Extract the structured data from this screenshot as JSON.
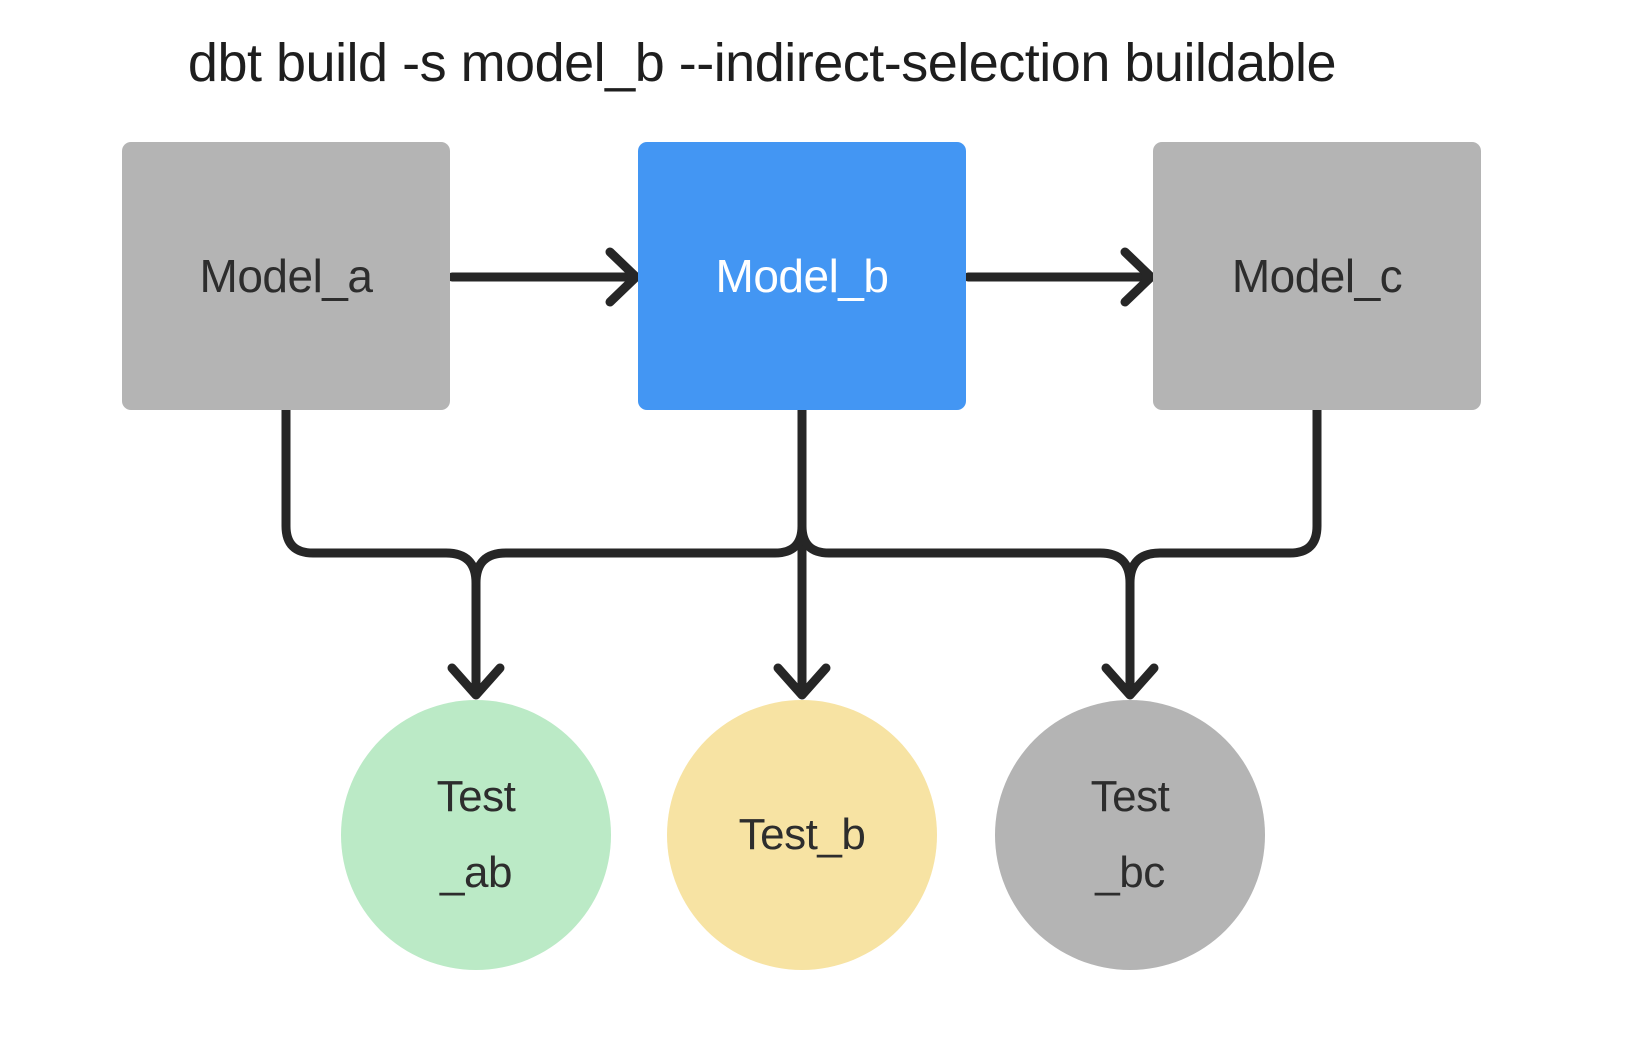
{
  "title": "dbt build -s model_b --indirect-selection buildable",
  "colors": {
    "background": "#ffffff",
    "node_gray": "#b4b4b4",
    "node_selected_blue": "#4396f3",
    "test_green": "#bbeac6",
    "test_yellow": "#f7e3a3",
    "edge_line": "#262626",
    "label_dark": "#2d2d2d",
    "label_light": "#ffffff",
    "title_text": "#1e1e1e"
  },
  "models": [
    {
      "id": "model_a",
      "label": "Model_a",
      "variant": "gray"
    },
    {
      "id": "model_b",
      "label": "Model_b",
      "variant": "blue-selected"
    },
    {
      "id": "model_c",
      "label": "Model_c",
      "variant": "gray"
    }
  ],
  "tests": [
    {
      "id": "test_ab",
      "label_line1": "Test",
      "label_line2": "_ab",
      "variant": "green"
    },
    {
      "id": "test_b",
      "label_line1": "Test_b",
      "label_line2": "",
      "variant": "yellow"
    },
    {
      "id": "test_bc",
      "label_line1": "Test",
      "label_line2": "_bc",
      "variant": "gray"
    }
  ],
  "edges": [
    "model_a -> model_b",
    "model_b -> model_c",
    "model_a -> test_ab",
    "model_b -> test_ab",
    "model_b -> test_b",
    "model_b -> test_bc",
    "model_c -> test_bc"
  ]
}
